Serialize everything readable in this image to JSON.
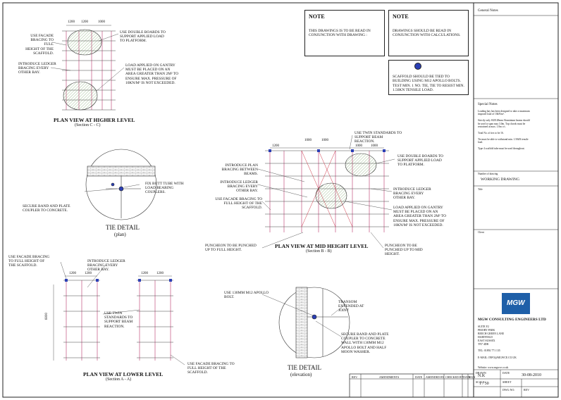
{
  "notes": [
    {
      "heading": "NOTE",
      "text": "THIS DRAWINGS IS TO BE READ IN\nCONJUNCTION WITH DRAWING :"
    },
    {
      "heading": "NOTE",
      "text": "DRAWINGS SHOULD BE READ IN\nCONJUNCTION WITH CALCULATIONS."
    },
    {
      "heading": "",
      "text": "SCAFFOLD SHOULD BE TIED TO\nBUILDING USING M12 APOLLO BOLTS.\nTEST Min. 1 No. TIE, TIE TO RESIST Min.\n1.50kN TENSILE LOAD."
    }
  ],
  "views": {
    "higher": {
      "title": "PLAN VIEW AT HIGHER LEVEL",
      "subtitle": "(Section C - C)",
      "dims": [
        "1200",
        "1200",
        "1000"
      ],
      "labels": [
        "USE FACADE\nBRACING TO FULL\nHEIGHT OF THE\nSCAFFOLD.",
        "USE DOUBLE BOARDS TO\nSUPPORT APPLIED LOAD\nTO PLATFORM.",
        "INTRODUCE LEDGER\nBRACING EVERY\nOTHER BAY.",
        "LOAD APPLIED ON GANTRY\nMUST BE PLACED ON AN\nAREA GREATER THAN 2m² TO\nENSURE Max. PRESSURE OF\n10kN/m² IS NOT EXCEEDED."
      ]
    },
    "mid": {
      "title": "PLAN VIEW AT MID HEIGHT LEVEL",
      "subtitle": "(Section B - B)",
      "dims": [
        "1200",
        "1000",
        "1000",
        "1000",
        "1000"
      ],
      "labels": [
        "USE TWIN STANDARDS TO\nSUPPORT BEAM\nREACTION.",
        "USE DOUBLE BOARDS TO\nSUPPORT APPLIED LOAD\nTO PLATFORM.",
        "INTRODUCE PLAN\nBRACING BETWEEN\nBEAMS.",
        "INTRODUCE LEDGER\nBRACING EVERY\nOTHER BAY.",
        "USE FACADE BRACING TO\nFULL HEIGHT OF THE\nSCAFFOLD.",
        "INTRODUCE LEDGER\nBRACING EVERY\nOTHER BAY.",
        "LOAD APPLIED ON GANTRY\nMUST BE PLACED ON AN\nAREA GREATER THAN 2m² TO\nENSURE Max. PRESSURE OF\n10kN/m² IS NOT EXCEEDED.",
        "PUNCHEON TO BE PUNCHED\nUP TO FULL HEIGHT.",
        "PUNCHEON TO BE\nPUNCHED UP TO MID\nHEIGHT."
      ]
    },
    "lower": {
      "title": "PLAN VIEW AT LOWER LEVEL",
      "subtitle": "(Section A - A)",
      "dims": [
        "1200",
        "1200"
      ],
      "height_dim": "6000",
      "labels": [
        "USE FACADE BRACING\nTO FULL HEIGHT OF\nTHE SCAFFOLD.",
        "INTRODUCE LEDGER\nBRACING EVERY\nOTHER BAY.",
        "USE TWIN\nSTANDARDS TO\nSUPPORT BEAM\nREACTION.",
        "USE FACADE BRACING TO\nFULL HEIGHT OF THE\nSCAFFOLD."
      ]
    }
  },
  "tie_plan": {
    "title": "TIE DETAIL",
    "subtitle": "(plan)",
    "labels": [
      "FIX BUTT TUBE WITH\nLOAD BEARING\nCOUPLERS.",
      "SECURE BAND AND PLATE\nCOUPLER TO CONCRETE."
    ]
  },
  "tie_elev": {
    "title": "TIE DETAIL",
    "subtitle": "(elevation)",
    "labels": [
      "USE 130mm M12 APOLLO\nBOLT.",
      "TRANSOM\nEXTENDED AT\nJOINT",
      "SECURE BAND AND PLATE\nCOUPLER TO CONCRETE\nWALL WITH 130mm M12\nAPOLLO BOLT AND HALF\nMOON WASHER."
    ]
  },
  "title_block": {
    "general_notes": "General Notes",
    "special_notes": "Special Notes",
    "special_text": "Loading bay has been designed to take a maximum\nimposed load of 10kN/m².\n\nStrictly only SGB 48mm Aluminium beams should\nbe used to span max 3.0m. Top chords must be\nrestrained at max. 1.0m c/c.\n\nTotal No. of ties to be 16.\n\nTie must be able to withstand min. 1.50kN tensile\nload.\n\nType 4 scaffold tube must be used throughout.",
    "drawing_label": "Number of drawing",
    "drawing_name": "WORKING DRAWING",
    "title_label": "Title",
    "client_label": "Client",
    "company": "MGW CONSULTING ENGINEERS LTD",
    "logo_text": "MGW",
    "address": "SUITE F2\nPRIORY PARK\nBEECH GREEN LANE\nHARTFIELD\nEAST SUSSEX\nTN7 4DB\n\nTel: 01892 771 135\n\nE-Mail: info@mgwce.co.uk",
    "website": "Website: www.mgwce.co.uk",
    "drawn_label": "Drawn",
    "drawn": "N.K",
    "date_label": "Date",
    "date": "30-08-2010",
    "scale_label": "Scale",
    "scale": "1 / 50",
    "sheet_label": "Sheet",
    "dwg_label": "Dwg no.",
    "rev_label": "Rev"
  },
  "revision_table": {
    "headers": [
      "REV.",
      "AMENDMENTS",
      "DATE",
      "AMENDED BY",
      "CHECKED BY",
      "DATE",
      "SIGN"
    ]
  }
}
